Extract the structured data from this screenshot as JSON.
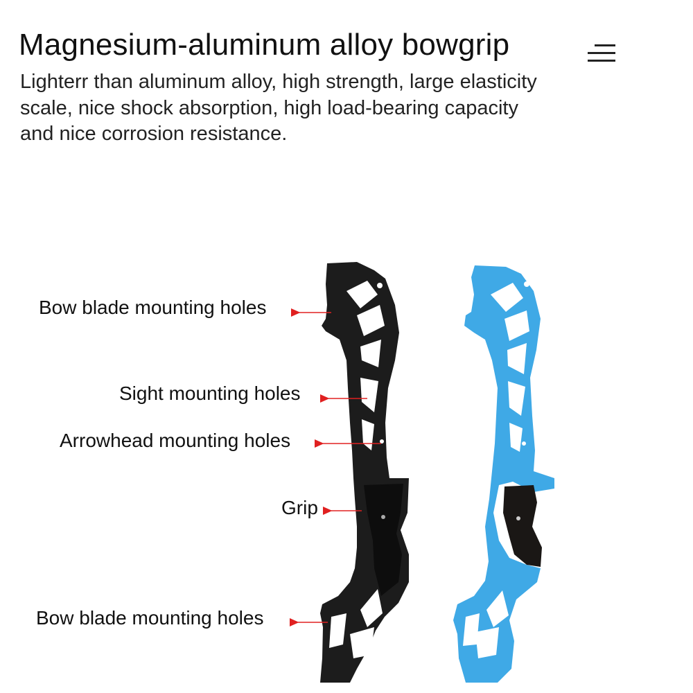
{
  "header": {
    "title": "Magnesium-aluminum alloy bowgrip",
    "menu_icon": "hamburger-menu-icon"
  },
  "description": {
    "lines": [
      "Lighterr than aluminum alloy, high strength, large elasticity",
      "scale, nice shock absorption, high load-bearing capacity",
      "and nice corrosion resistance."
    ]
  },
  "callouts": {
    "bow_blade_top": "Bow blade mounting holes",
    "sight": "Sight mounting holes",
    "arrowhead": "Arrowhead mounting holes",
    "grip": "Grip",
    "bow_blade_bottom": "Bow blade mounting holes"
  },
  "colors": {
    "black_riser": "#1c1c1c",
    "blue_riser": "#3fa9e6",
    "grip_pad": "#1a1715",
    "arrow": "#e02020"
  }
}
